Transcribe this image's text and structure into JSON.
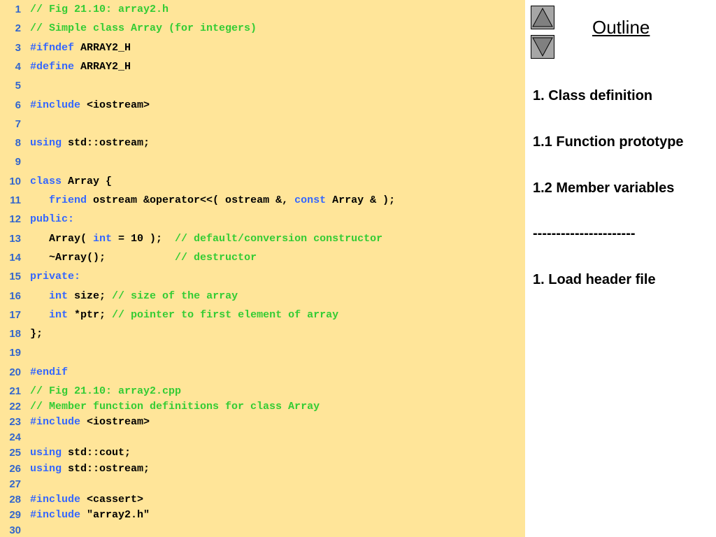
{
  "outline": {
    "title": "Outline",
    "items": [
      "1. Class definition",
      "1.1 Function prototype",
      "1.2 Member variables",
      "----------------------",
      "1. Load header file"
    ]
  },
  "nav": {
    "up": "up-arrow-icon",
    "down": "down-arrow-icon"
  },
  "code": {
    "lines": [
      {
        "num": "1",
        "tokens": [
          [
            "cm",
            "// Fig 21.10: array2.h"
          ]
        ]
      },
      {
        "num": "2",
        "tokens": [
          [
            "cm",
            "// Simple class Array (for integers)"
          ]
        ]
      },
      {
        "num": "3",
        "tokens": [
          [
            "kw",
            "#ifndef "
          ],
          [
            "tx",
            "ARRAY2_H"
          ]
        ]
      },
      {
        "num": "4",
        "tokens": [
          [
            "kw",
            "#define "
          ],
          [
            "tx",
            "ARRAY2_H"
          ]
        ]
      },
      {
        "num": "5",
        "tokens": []
      },
      {
        "num": "6",
        "tokens": [
          [
            "kw",
            "#include "
          ],
          [
            "tx",
            "<iostream>"
          ]
        ]
      },
      {
        "num": "7",
        "tokens": []
      },
      {
        "num": "8",
        "tokens": [
          [
            "kw",
            "using "
          ],
          [
            "tx",
            "std::ostream;"
          ]
        ]
      },
      {
        "num": "9",
        "tokens": []
      },
      {
        "num": "10",
        "tokens": [
          [
            "kw",
            "class "
          ],
          [
            "tx",
            "Array {"
          ]
        ]
      },
      {
        "num": "11",
        "tokens": [
          [
            "tx",
            "   "
          ],
          [
            "kw",
            "friend "
          ],
          [
            "tx",
            "ostream &operator<<( ostream &, "
          ],
          [
            "kw",
            "const "
          ],
          [
            "tx",
            "Array & );"
          ]
        ]
      },
      {
        "num": "12",
        "tokens": [
          [
            "kw",
            "public:"
          ]
        ]
      },
      {
        "num": "13",
        "tokens": [
          [
            "tx",
            "   Array( "
          ],
          [
            "kw",
            "int "
          ],
          [
            "tx",
            "= 10 );  "
          ],
          [
            "cm",
            "// default/conversion constructor"
          ]
        ]
      },
      {
        "num": "14",
        "tokens": [
          [
            "tx",
            "   ~Array();           "
          ],
          [
            "cm",
            "// destructor"
          ]
        ]
      },
      {
        "num": "15",
        "tokens": [
          [
            "kw",
            "private:"
          ]
        ]
      },
      {
        "num": "16",
        "tokens": [
          [
            "tx",
            "   "
          ],
          [
            "kw",
            "int "
          ],
          [
            "tx",
            "size; "
          ],
          [
            "cm",
            "// size of the array"
          ]
        ]
      },
      {
        "num": "17",
        "tokens": [
          [
            "tx",
            "   "
          ],
          [
            "kw",
            "int "
          ],
          [
            "tx",
            "*ptr; "
          ],
          [
            "cm",
            "// pointer to first element of array"
          ]
        ]
      },
      {
        "num": "18",
        "tokens": [
          [
            "tx",
            "};"
          ]
        ]
      },
      {
        "num": "19",
        "tokens": []
      },
      {
        "num": "20",
        "tokens": [
          [
            "kw",
            "#endif"
          ]
        ]
      },
      {
        "num": "21",
        "tokens": [
          [
            "cm",
            "// Fig 21.10: array2.cpp"
          ]
        ]
      },
      {
        "num": "22",
        "tokens": [
          [
            "cm",
            "// Member function definitions for class Array"
          ]
        ]
      },
      {
        "num": "23",
        "tokens": [
          [
            "kw",
            "#include "
          ],
          [
            "tx",
            "<iostream>"
          ]
        ]
      },
      {
        "num": "24",
        "tokens": []
      },
      {
        "num": "25",
        "tokens": [
          [
            "kw",
            "using "
          ],
          [
            "tx",
            "std::cout;"
          ]
        ]
      },
      {
        "num": "26",
        "tokens": [
          [
            "kw",
            "using "
          ],
          [
            "tx",
            "std::ostream;"
          ]
        ]
      },
      {
        "num": "27",
        "tokens": []
      },
      {
        "num": "28",
        "tokens": [
          [
            "kw",
            "#include "
          ],
          [
            "tx",
            "<cassert>"
          ]
        ]
      },
      {
        "num": "29",
        "tokens": [
          [
            "kw",
            "#include "
          ],
          [
            "tx",
            "\"array2.h\""
          ]
        ]
      },
      {
        "num": "30",
        "tokens": []
      }
    ]
  }
}
